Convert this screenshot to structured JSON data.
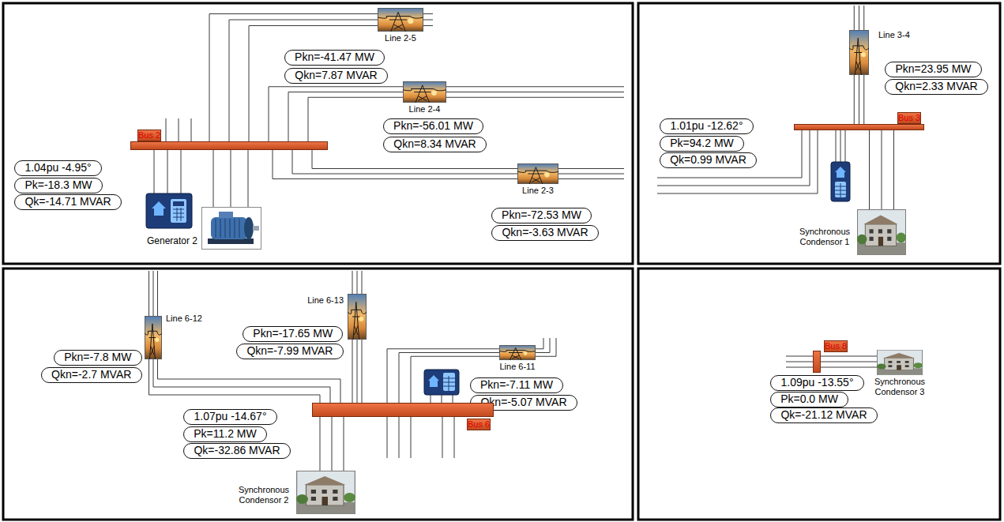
{
  "diagram": {
    "nodes": [
      {
        "text": [
          "Line 2-5"
        ]
      },
      {
        "text": [
          "Pkn=-41.47 MW"
        ]
      },
      {
        "text": [
          "Qkn=7.87 MVAR"
        ]
      },
      {
        "text": [
          "Line 2-4"
        ]
      },
      {
        "text": [
          "Pkn=-56.01 MW"
        ]
      },
      {
        "text": [
          "Qkn=8.34 MVAR"
        ]
      },
      {
        "text": [
          "Bus 2"
        ]
      },
      {
        "text": [
          "1.04pu -4.95°"
        ]
      },
      {
        "text": [
          "Pk=-18.3 MW"
        ]
      },
      {
        "text": [
          "Qk=-14.71 MVAR"
        ]
      },
      {
        "text": [
          "Line 2-3"
        ]
      },
      {
        "text": [
          "Pkn=-72.53 MW"
        ]
      },
      {
        "text": [
          "Qkn=-3.63 MVAR"
        ]
      },
      {
        "text": [
          "Generator 2"
        ]
      },
      {
        "text": [
          "Line 3-4"
        ]
      },
      {
        "text": [
          "Pkn=23.95 MW"
        ]
      },
      {
        "text": [
          "Qkn=2.33 MVAR"
        ]
      },
      {
        "text": [
          "Bus 3"
        ]
      },
      {
        "text": [
          "1.01pu -12.62°"
        ]
      },
      {
        "text": [
          "Pk=94.2 MW"
        ]
      },
      {
        "text": [
          "Qk=0.99 MVAR"
        ]
      },
      {
        "text": [
          "Synchronous Condensor 1"
        ]
      },
      {
        "text": [
          "Line 6-13"
        ]
      },
      {
        "text": [
          "Pkn=-17.65 MW"
        ]
      },
      {
        "text": [
          "Qkn=-7.99 MVAR"
        ]
      },
      {
        "text": [
          "Line 6-12"
        ]
      },
      {
        "text": [
          "Pkn=-7.8 MW"
        ]
      },
      {
        "text": [
          "Qkn=-2.7 MVAR"
        ]
      },
      {
        "text": [
          "Line 6-11"
        ]
      },
      {
        "text": [
          "Pkn=-7.11 MW"
        ]
      },
      {
        "text": [
          "Qkn=-5.07 MVAR"
        ]
      },
      {
        "text": [
          "Bus 6"
        ]
      },
      {
        "text": [
          "1.07pu -14.67°"
        ]
      },
      {
        "text": [
          "Pk=11.2 MW"
        ]
      },
      {
        "text": [
          "Qk=-32.86 MVAR"
        ]
      },
      {
        "text": [
          "Synchronous Condensor 2"
        ]
      },
      {
        "text": [
          "Bus 8"
        ]
      },
      {
        "text": [
          "Synchronous Condensor 3"
        ]
      },
      {
        "text": [
          "1.09pu -13.55°"
        ]
      },
      {
        "text": [
          "Pk=0.0 MW"
        ]
      },
      {
        "text": [
          "Qk=-21.12 MVAR"
        ]
      }
    ],
    "edges": [
      {
        "from": 6,
        "to": 0,
        "arrow": "none"
      },
      {
        "from": 6,
        "to": 3,
        "arrow": "none"
      },
      {
        "from": 6,
        "to": 10,
        "arrow": "none"
      },
      {
        "from": 6,
        "to": 13,
        "arrow": "none"
      },
      {
        "from": 17,
        "to": 14,
        "arrow": "none"
      },
      {
        "from": 17,
        "to": 21,
        "arrow": "none"
      },
      {
        "from": 31,
        "to": 25,
        "arrow": "none"
      },
      {
        "from": 31,
        "to": 22,
        "arrow": "none"
      },
      {
        "from": 31,
        "to": 28,
        "arrow": "none"
      },
      {
        "from": 31,
        "to": 35,
        "arrow": "none"
      },
      {
        "from": 36,
        "to": 37,
        "arrow": "none"
      }
    ]
  }
}
